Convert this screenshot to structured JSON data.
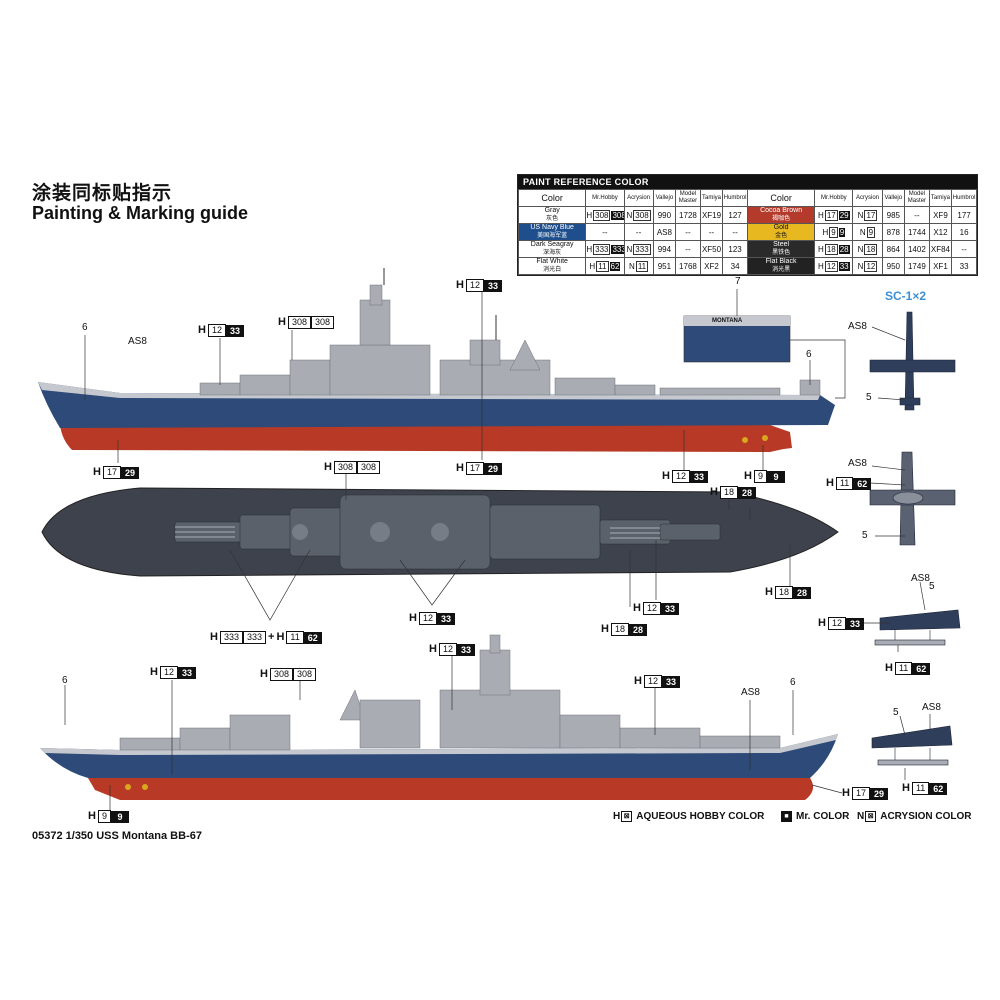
{
  "header": {
    "title_cn": "涂装同标贴指示",
    "title_en": "Painting & Marking guide"
  },
  "paint_table": {
    "title": "PAINT  REFERENCE COLOR",
    "columns": [
      "Color",
      "Mr.Hobby",
      "Acrysion",
      "Vallejo",
      "Model Master",
      "Tamiya",
      "Humbrol"
    ],
    "left_rows": [
      {
        "name": "Gray",
        "cn": "灰色",
        "hobby_h": "308",
        "hobby_dark": "308",
        "acry": "308",
        "vallejo": "990",
        "mm": "1728",
        "tamiya": "XF19",
        "humbrol": "127",
        "bg": "#ffffff",
        "fg": "#111111"
      },
      {
        "name": "US Navy Blue",
        "cn": "美国海军蓝",
        "hobby_h": "",
        "hobby_dark": "",
        "acry": "",
        "vallejo": "AS8",
        "mm": "",
        "tamiya": "",
        "humbrol": "",
        "bg": "#1e4f8c",
        "fg": "#ffffff",
        "dash": "--"
      },
      {
        "name": "Dark Seagray",
        "cn": "深海灰",
        "hobby_h": "333",
        "hobby_dark": "333",
        "acry": "333",
        "vallejo": "994",
        "mm": "--",
        "tamiya": "XF50",
        "humbrol": "123",
        "bg": "#ffffff",
        "fg": "#111111"
      },
      {
        "name": "Flat White",
        "cn": "消光白",
        "hobby_h": "11",
        "hobby_dark": "62",
        "acry": "11",
        "vallejo": "951",
        "mm": "1768",
        "tamiya": "XF2",
        "humbrol": "34",
        "bg": "#ffffff",
        "fg": "#111111"
      }
    ],
    "right_rows": [
      {
        "name": "Cocoa Brown",
        "cn": "褐咖色",
        "hobby_h": "17",
        "hobby_dark": "29",
        "acry": "17",
        "vallejo": "985",
        "mm": "--",
        "tamiya": "XF9",
        "humbrol": "177",
        "bg": "#b43a2c",
        "fg": "#ffffff"
      },
      {
        "name": "Gold",
        "cn": "金色",
        "hobby_h": "9",
        "hobby_dark": "9",
        "acry": "9",
        "vallejo": "878",
        "mm": "1744",
        "tamiya": "X12",
        "humbrol": "16",
        "bg": "#e8b820",
        "fg": "#111111"
      },
      {
        "name": "Steel",
        "cn": "黑铁色",
        "hobby_h": "18",
        "hobby_dark": "28",
        "acry": "18",
        "vallejo": "864",
        "mm": "1402",
        "tamiya": "XF84",
        "humbrol": "--",
        "bg": "#2a2a2a",
        "fg": "#ffffff"
      },
      {
        "name": "Flat Black",
        "cn": "消光黑",
        "hobby_h": "12",
        "hobby_dark": "33",
        "acry": "12",
        "vallejo": "950",
        "mm": "1749",
        "tamiya": "XF1",
        "humbrol": "33",
        "bg": "#222222",
        "fg": "#ffffff"
      }
    ]
  },
  "ship_side_top": {
    "labels": {
      "n6_left": "6",
      "as8": "AS8",
      "n7": "7",
      "n6_right": "6",
      "name_plate": "MONTANA"
    },
    "tags": [
      {
        "h": "12",
        "d": "33"
      },
      {
        "h": "308",
        "d": "308"
      },
      {
        "h": "12",
        "d": "33"
      },
      {
        "h": "17",
        "d": "29"
      },
      {
        "h": "17",
        "d": "29"
      },
      {
        "h": "12",
        "d": "33"
      },
      {
        "h": "9",
        "d": "9"
      }
    ]
  },
  "ship_plan": {
    "tags": [
      {
        "h": "308",
        "d": "308"
      },
      {
        "h": "18",
        "d": "28"
      },
      {
        "h": "18",
        "d": "28"
      },
      {
        "h": "12",
        "d": "33"
      },
      {
        "h": "12",
        "d": "33"
      },
      {
        "h": "18",
        "d": "28"
      }
    ],
    "combo": {
      "h": "333",
      "d": "333",
      "plus": "+",
      "h2": "11",
      "d2": "62"
    }
  },
  "ship_side_bottom": {
    "labels": {
      "n6_left": "6",
      "as8": "AS8",
      "n6_right": "6"
    },
    "tags": [
      {
        "h": "12",
        "d": "33"
      },
      {
        "h": "12",
        "d": "33"
      },
      {
        "h": "308",
        "d": "308"
      },
      {
        "h": "12",
        "d": "33"
      },
      {
        "h": "9",
        "d": "9"
      },
      {
        "h": "17",
        "d": "29"
      }
    ]
  },
  "aircraft": {
    "title": "SC-1×2",
    "labels": {
      "a1_as8": "AS8",
      "a1_5": "5",
      "a2_as8": "AS8",
      "a2_5": "5",
      "a3_as8": "AS8",
      "a3_5": "5",
      "a4_5": "5",
      "a4_as8": "AS8"
    },
    "tags": [
      {
        "h": "11",
        "d": "62"
      },
      {
        "h": "12",
        "d": "33"
      },
      {
        "h": "11",
        "d": "62"
      },
      {
        "h": "11",
        "d": "62"
      }
    ]
  },
  "legend": {
    "aqueous": "AQUEOUS HOBBY COLOR",
    "mr": "Mr. COLOR",
    "acrysion": "ACRYSION COLOR",
    "h": "H"
  },
  "footer": {
    "code": "05372 1/350 USS Montana BB-67"
  },
  "colors": {
    "hull_blue": "#2d4a78",
    "hull_red": "#b83a26",
    "deck": "#3d424c",
    "superstructure": "#a9adb3"
  }
}
